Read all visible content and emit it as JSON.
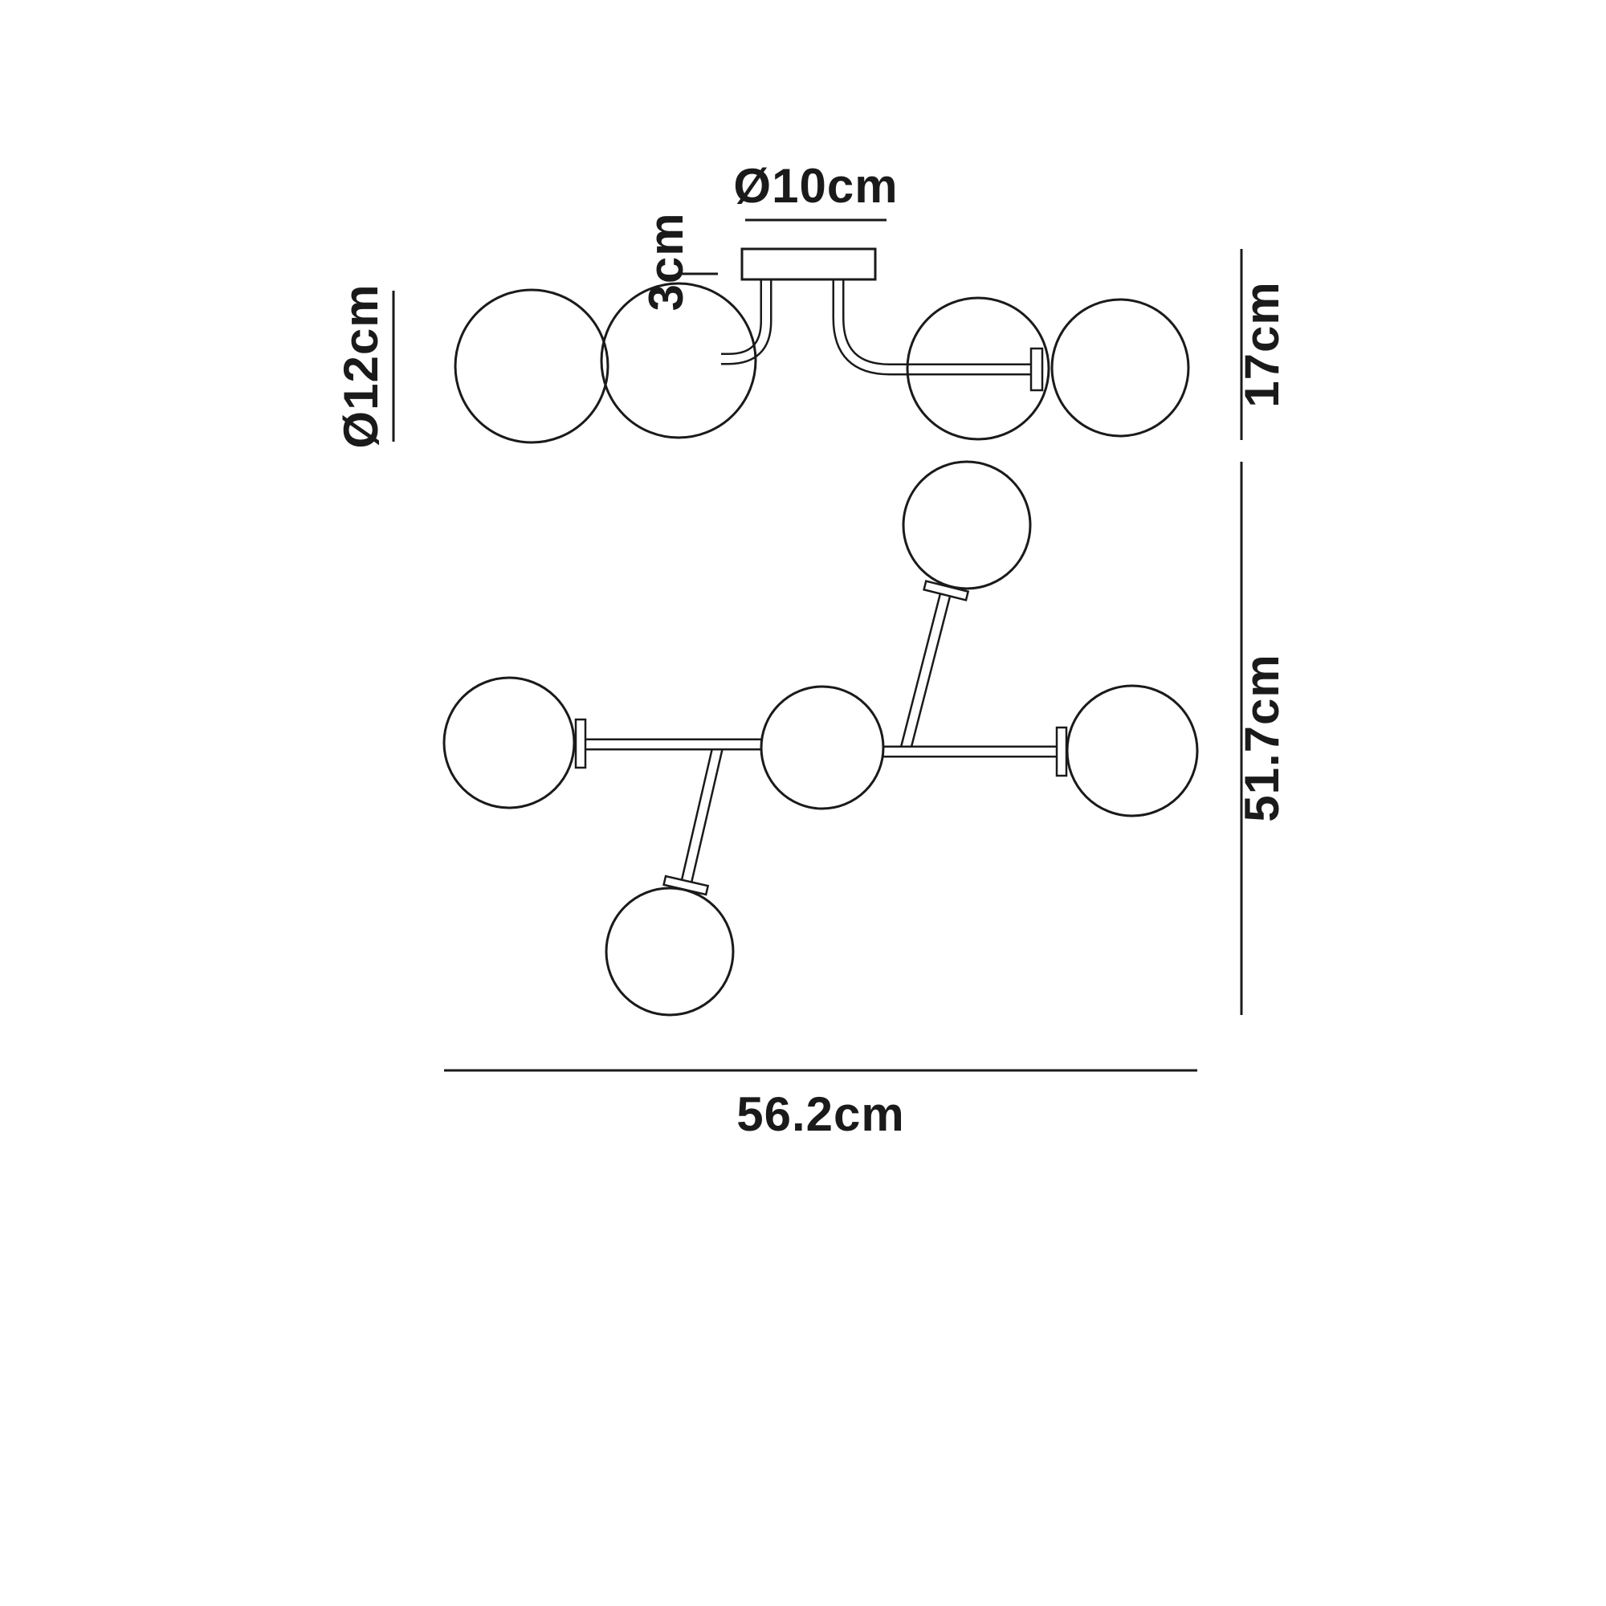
{
  "diagram": {
    "background_color": "#ffffff",
    "line_color": "#1a1a1a",
    "dimensions": {
      "canopy_diameter": "Ø10cm",
      "canopy_height": "3cm",
      "globe_diameter": "Ø12cm",
      "fixture_height": "17cm",
      "fixture_length": "51.7cm",
      "fixture_width": "56.2cm"
    }
  }
}
